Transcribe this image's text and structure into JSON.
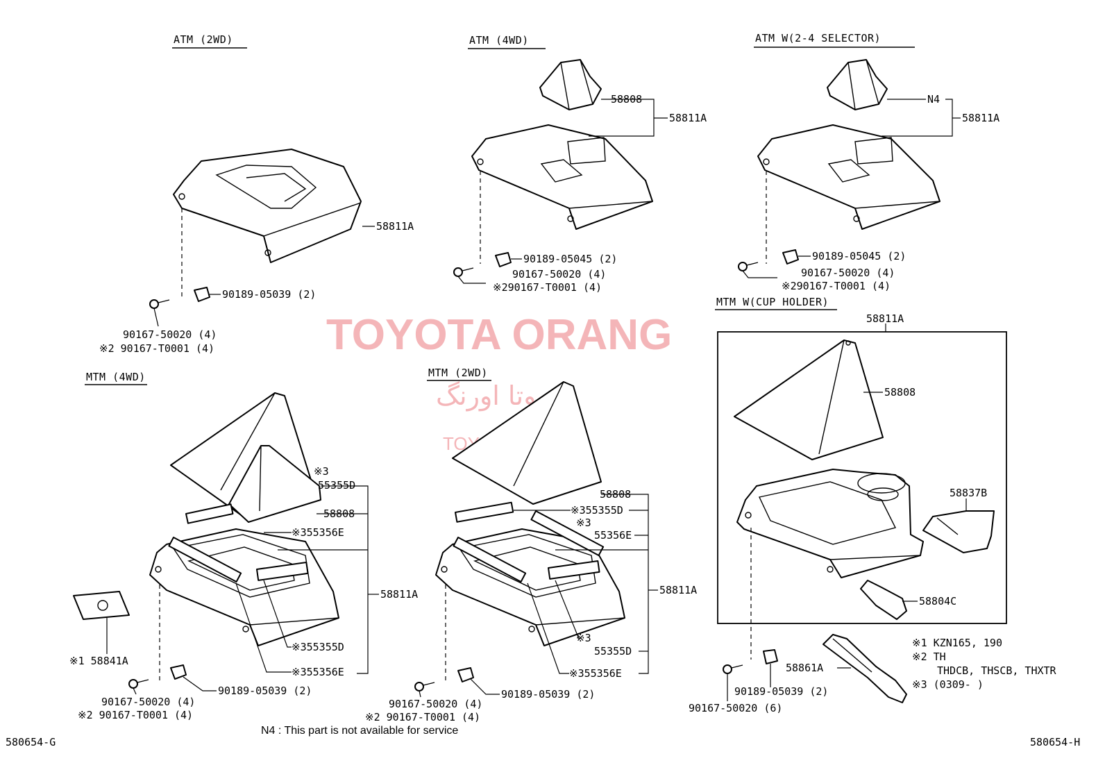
{
  "watermark": {
    "brand": "TOYOTA ORANG",
    "brand_fa": "تویوتا اورنگ",
    "site": "TOYOTAPART.IR"
  },
  "sections": {
    "atm_2wd": "ATM (2WD)",
    "atm_4wd": "ATM (4WD)",
    "atm_w_selector": "ATM W(2-4 SELECTOR)",
    "mtm_4wd": "MTM (4WD)",
    "mtm_2wd": "MTM (2WD)",
    "mtm_cup_holder": "MTM W(CUP HOLDER)"
  },
  "callouts": {
    "a2_58811A": "58811A",
    "a2_clip": "90189-05039 (2)",
    "a2_screw": "90167-50020 (4)",
    "a2_screw_alt": "※2 90167-T0001 (4)",
    "a4_58808": "58808",
    "a4_58811A": "58811A",
    "a4_clip": "90189-05045 (2)",
    "a4_screw": "90167-50020 (4)",
    "a4_screw_alt": "※290167-T0001 (4)",
    "as_N4": "N4",
    "as_58811A": "58811A",
    "as_clip": "90189-05045 (2)",
    "as_screw": "90167-50020 (4)",
    "as_screw_alt": "※290167-T0001 (4)",
    "m4_355_top_a": "※3",
    "m4_355_top_b": "55355D",
    "m4_58808": "58808",
    "m4_356_top": "※355356E",
    "m4_58811A": "58811A",
    "m4_355_bot": "※355355D",
    "m4_356_bot": "※355356E",
    "m4_58841A": "※1 58841A",
    "m4_clip": "90189-05039 (2)",
    "m4_screw": "90167-50020 (4)",
    "m4_screw_alt": "※2 90167-T0001 (4)",
    "m2_58808": "58808",
    "m2_355_top": "※355355D",
    "m2_356_top_a": "※3",
    "m2_356_top_b": "55356E",
    "m2_58811A": "58811A",
    "m2_355_bot_a": "※3",
    "m2_355_bot_b": "55355D",
    "m2_356_bot": "※355356E",
    "m2_clip": "90189-05039 (2)",
    "m2_screw": "90167-50020 (4)",
    "m2_screw_alt": "※2 90167-T0001 (4)",
    "c_58811A": "58811A",
    "c_58808": "58808",
    "c_58837B": "58837B",
    "c_58804C": "58804C",
    "c_58861A": "58861A",
    "c_clip": "90189-05039 (2)",
    "c_screw": "90167-50020 (6)"
  },
  "notes": {
    "n1": "※1 KZN165, 190",
    "n2": "※2 TH",
    "n2b": "THDCB, THSCB, THXTR",
    "n3": "※3 (0309-        )",
    "n4": "N4 : This part is not available for service"
  },
  "codes": {
    "left": "580654-G",
    "right": "580654-H"
  }
}
